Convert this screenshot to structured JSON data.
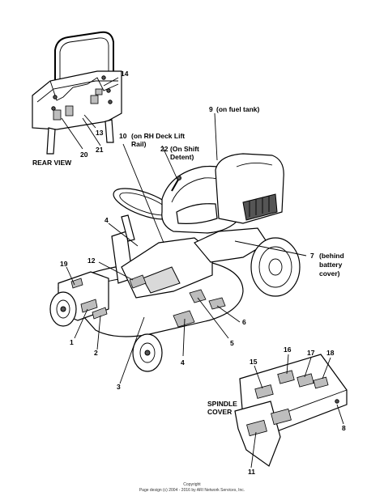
{
  "views": {
    "rear_view": "REAR VIEW",
    "spindle_cover": [
      "SPINDLE",
      "COVER"
    ]
  },
  "callouts": {
    "c1": "1",
    "c2": "2",
    "c3": "3",
    "c4a": "4",
    "c4b": "4",
    "c5": "5",
    "c6": "6",
    "c7": "7",
    "c7_note": [
      "(behind",
      "battery",
      "cover)"
    ],
    "c8": "8",
    "c9": "9",
    "c9_note": "(on fuel tank)",
    "c10": "10",
    "c10_note": [
      "(on RH Deck Lift",
      "Rail)"
    ],
    "c11": "11",
    "c12": "12",
    "c13": "13",
    "c14": "14",
    "c15": "15",
    "c16": "16",
    "c17": "17",
    "c18": "18",
    "c19": "19",
    "c20": "20",
    "c21": "21",
    "c22": "22",
    "c22_note": [
      "(On Shift",
      "Detent)"
    ]
  },
  "footer": {
    "copyright": "Copyright",
    "page_design": "Page design (c) 2004 - 2016 by ARI Network Services, Inc."
  }
}
